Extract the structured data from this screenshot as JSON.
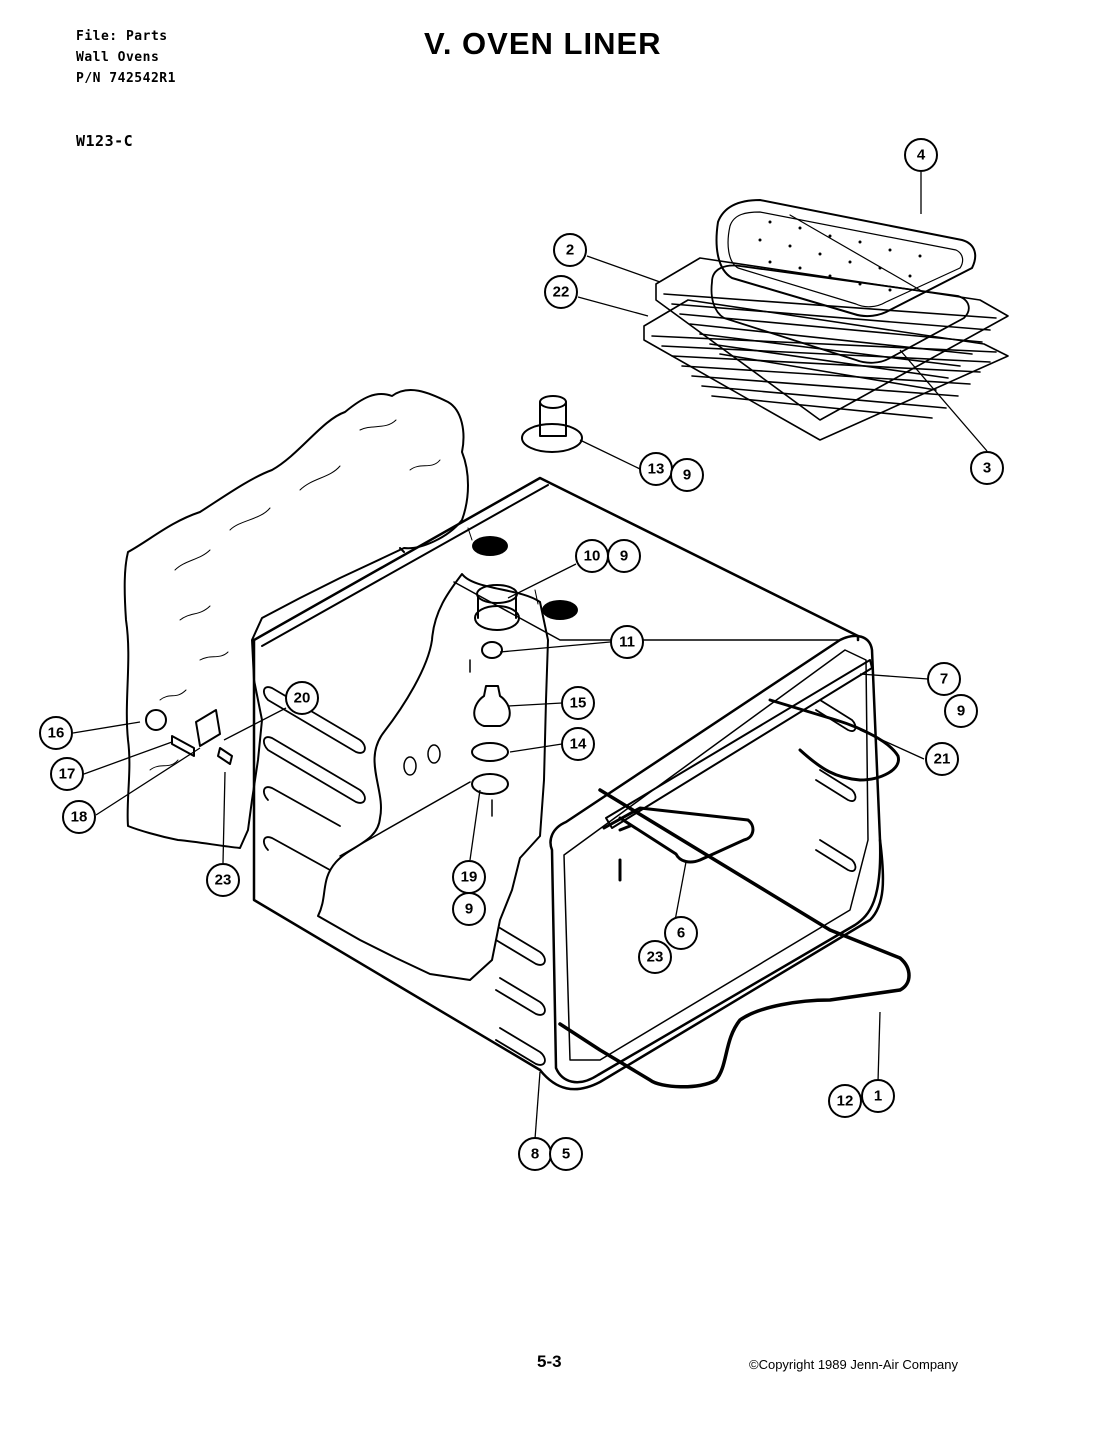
{
  "header": {
    "file_lines": [
      "File: Parts",
      "Wall Ovens",
      "P/N 742542R1"
    ],
    "title": "V. OVEN LINER",
    "model": "W123-C"
  },
  "footer": {
    "page": "5-3",
    "copyright": "©Copyright 1989 Jenn-Air Company"
  },
  "callouts": [
    "1",
    "2",
    "3",
    "4",
    "5",
    "6",
    "7",
    "8",
    "9",
    "10",
    "11",
    "12",
    "13",
    "14",
    "15",
    "16",
    "17",
    "18",
    "19",
    "20",
    "21",
    "22",
    "23"
  ]
}
